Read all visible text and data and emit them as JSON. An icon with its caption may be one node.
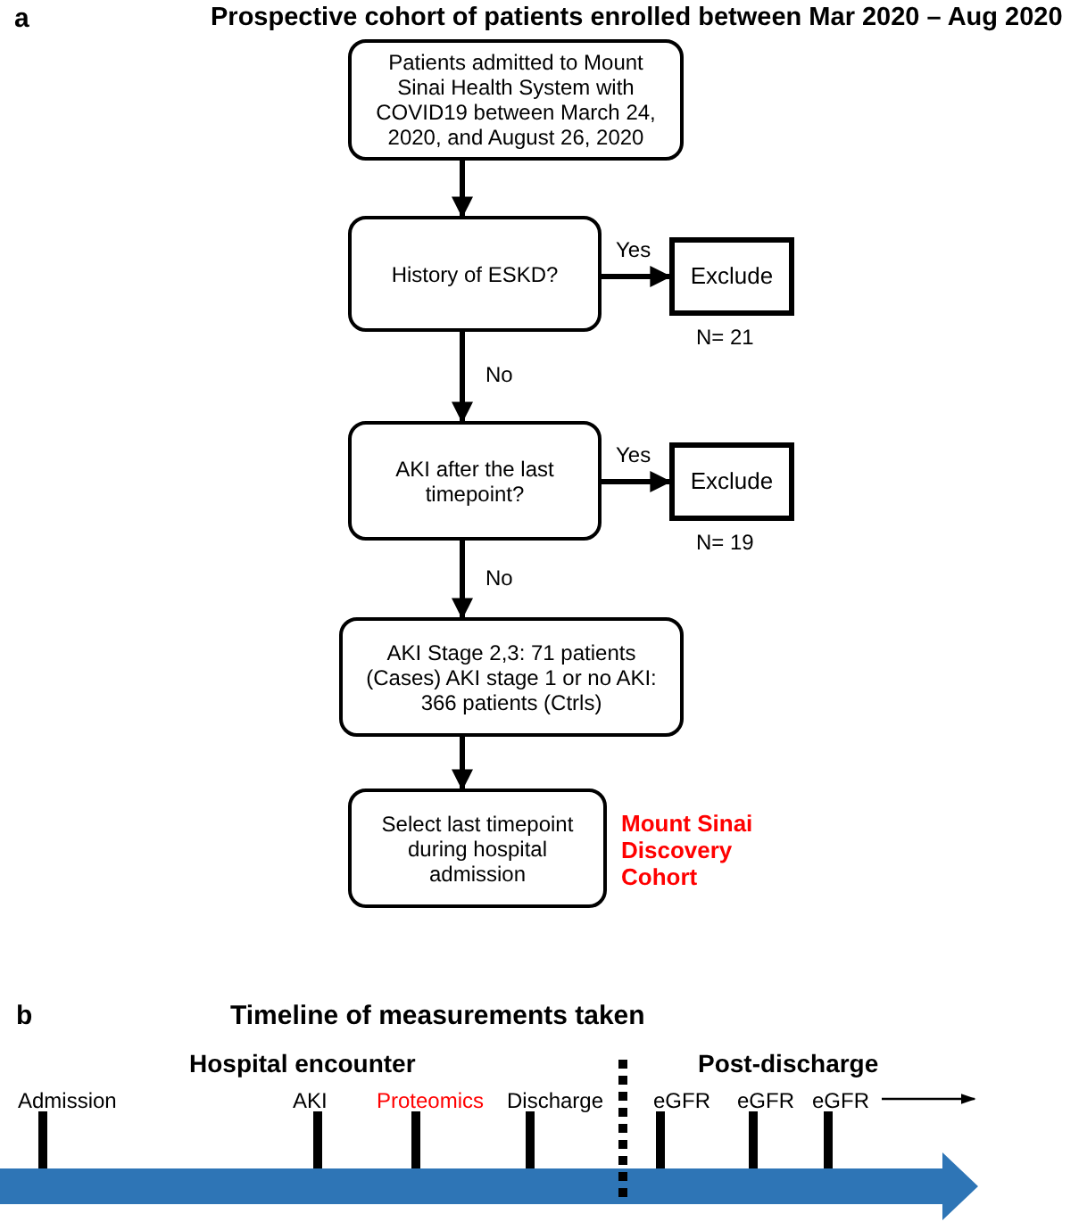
{
  "diagram": {
    "nodes": [
      {
        "text": [
          "Patients admitted to Mount Sinai Health System with COVID19 between March 24, 2020, and August 26, 2020"
        ]
      },
      {
        "text": [
          "History of ESKD?"
        ]
      },
      {
        "text": [
          "Exclude"
        ],
        "beside": [
          "N= 21"
        ]
      },
      {
        "text": [
          "AKI after the last timepoint?"
        ]
      },
      {
        "text": [
          "Exclude"
        ],
        "beside": [
          "N= 19"
        ]
      },
      {
        "text": [
          "AKI Stage 2,3: 71 patients (Cases) AKI stage 1 or no AKI: 366 patients (Ctrls)"
        ]
      },
      {
        "text": [
          "Select last timepoint during hospital admission"
        ],
        "beside": [
          "Mount Sinai Discovery Cohort"
        ]
      }
    ],
    "edges": [
      {
        "from": 0,
        "to": 1,
        "arrow": "to"
      },
      {
        "from": 1,
        "to": 2,
        "arrow": "to",
        "label": "Yes"
      },
      {
        "from": 1,
        "to": 3,
        "arrow": "to",
        "label": "No"
      },
      {
        "from": 3,
        "to": 4,
        "arrow": "to",
        "label": "Yes"
      },
      {
        "from": 3,
        "to": 5,
        "arrow": "to",
        "label": "No"
      },
      {
        "from": 5,
        "to": 6,
        "arrow": "to"
      }
    ],
    "labels": [
      "a",
      "Prospective cohort of patients enrolled between Mar 2020 – Aug 2020",
      "b",
      "Timeline of measurements taken",
      "Hospital encounter",
      "Post-discharge",
      "Admission",
      "AKI",
      "Proteomics",
      "Discharge",
      "eGFR",
      "eGFR",
      "eGFR"
    ]
  }
}
